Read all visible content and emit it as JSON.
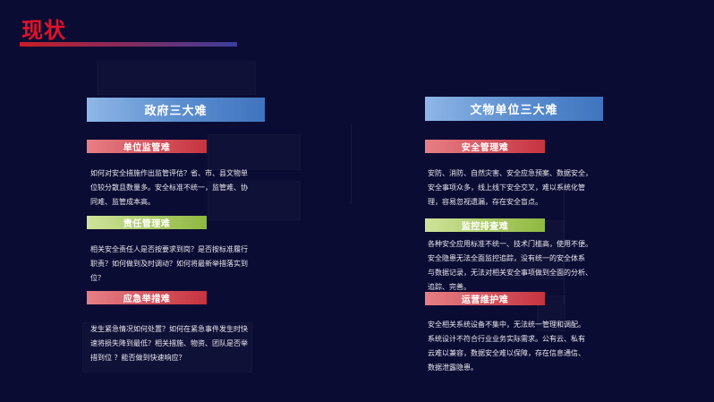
{
  "page": {
    "title": "现状"
  },
  "left": {
    "header": "政府三大难",
    "sections": [
      {
        "tag": "单位监管难",
        "text": "如何对安全措施作出监管评估？省、市、县文物单\n位较分散且数量多。安全标准不统一，监管难、协\n同难、监管成本高。"
      },
      {
        "tag": "责任管理难",
        "text": "相关安全责任人是否按要求到岗？是否按标准履行\n职责？如何做到及时调动？如何将最新举措落实到\n位？"
      },
      {
        "tag": "应急举措难",
        "text": "发生紧急情况如何处置？如何在紧急事件发生时快\n速将损失降到最低？相关措施、物资、团队是否举\n措到位 ？能否做到快速响应？"
      }
    ]
  },
  "right": {
    "header": "文物单位三大难",
    "sections": [
      {
        "tag": "安全管理难",
        "text": "安防、消防、自然灾害、安全应急预案、数据安全，\n安全事项众多，线上线下安全交叉，难以系统化管\n理，容易忽视遗漏，存在安全盲点。"
      },
      {
        "tag": "监控排查难",
        "text": "各种安全应用标准不统一、技术门槛高，使用不便。\n安全隐患无法全面监控追踪，没有统一的安全体系\n与数据记录，无法对相关安全事项做到全面的分析、\n追踪、完善。"
      },
      {
        "tag": "运营维护难",
        "text": "安全相关系统设备不集中，无法统一管理和调配。\n系统设计不符合行业业务实际需求。公有云、私有\n云难以兼容，数据安全难以保障，存在信息通信、\n数据泄露隐患。"
      }
    ]
  }
}
